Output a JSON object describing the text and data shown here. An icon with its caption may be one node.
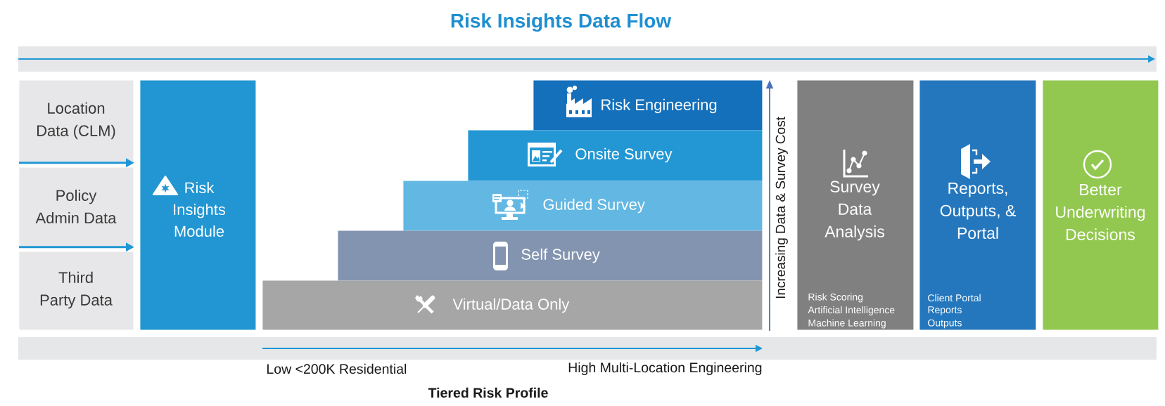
{
  "diagram": {
    "title": "Risk Insights Data Flow",
    "nodes": [
      {
        "text": [
          "Location Data (CLM)"
        ]
      },
      {
        "text": [
          "Policy Admin Data"
        ]
      },
      {
        "text": [
          "Third Party Data"
        ]
      },
      {
        "text": [
          "Risk Insights Module"
        ]
      },
      {
        "text": [
          "Risk Engineering"
        ]
      },
      {
        "text": [
          "Onsite Survey"
        ]
      },
      {
        "text": [
          "Guided Survey"
        ]
      },
      {
        "text": [
          "Self Survey"
        ]
      },
      {
        "text": [
          "Virtual/Data Only"
        ]
      },
      {
        "text": [
          "Survey Data Analysis",
          "Risk Scoring",
          "Artificial Intelligence",
          "Machine Learning"
        ]
      },
      {
        "text": [
          "Reports, Outputs, & Portal",
          "Client Portal",
          "Reports",
          "Outputs"
        ]
      },
      {
        "text": [
          "Better Underwriting Decisions"
        ]
      }
    ],
    "edges": [
      {
        "from": 0,
        "to": 3,
        "arrow": "to"
      },
      {
        "from": 1,
        "to": 3,
        "arrow": "to"
      }
    ],
    "labels": [
      "Increasing Data & Survey Cost",
      "Low <200K Residential",
      "High Multi-Location Engineering",
      "Tiered Risk Profile"
    ]
  }
}
